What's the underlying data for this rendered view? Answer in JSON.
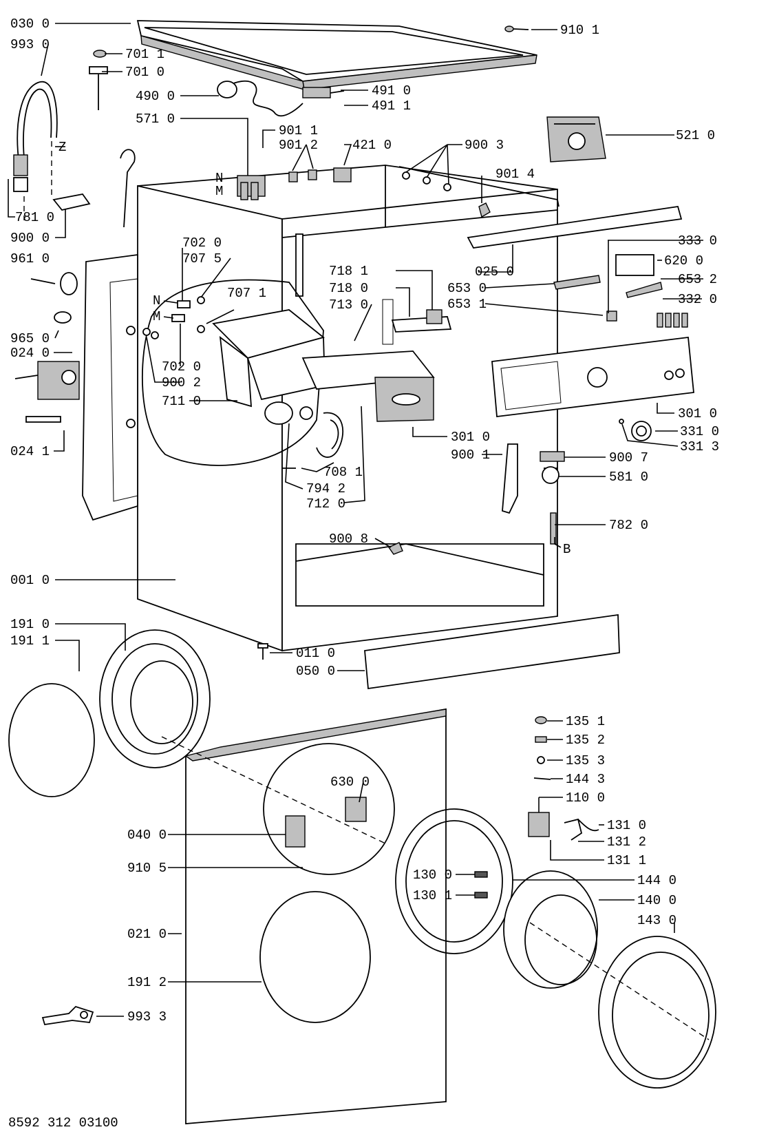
{
  "drawing_number": "8592 312 03100",
  "labels": {
    "l_030_0": "030 0",
    "l_993_0": "993 0",
    "l_701_1": "701 1",
    "l_701_0": "701 0",
    "l_910_1": "910 1",
    "l_490_0": "490 0",
    "l_491_0": "491 0",
    "l_491_1": "491 1",
    "l_571_0": "571 0",
    "l_901_1": "901 1",
    "l_901_2": "901 2",
    "l_421_0": "421 0",
    "l_900_3": "900 3",
    "l_521_0": "521 0",
    "l_z": "Z",
    "l_901_4": "901 4",
    "l_781_0": "781 0",
    "l_900_0": "900 0",
    "l_n1": "N",
    "l_m1": "M",
    "l_702_0a": "702 0",
    "l_707_5": "707 5",
    "l_333_0": "333 0",
    "l_961_0": "961 0",
    "l_025_0": "025 0",
    "l_620_0": "620 0",
    "l_718_1": "718 1",
    "l_653_0": "653 0",
    "l_653_2": "653 2",
    "l_707_1": "707 1",
    "l_718_0": "718 0",
    "l_n2": "N",
    "l_713_0": "713 0",
    "l_653_1": "653 1",
    "l_332_0": "332 0",
    "l_m2": "M",
    "l_965_0": "965 0",
    "l_024_0": "024 0",
    "l_702_0b": "702 0",
    "l_900_2": "900 2",
    "l_711_0": "711 0",
    "l_301_0a": "301 0",
    "l_331_0": "331 0",
    "l_301_0b": "301 0",
    "l_024_1": "024 1",
    "l_900_1": "900 1",
    "l_331_3": "331 3",
    "l_900_7": "900 7",
    "l_708_1": "708 1",
    "l_581_0": "581 0",
    "l_794_2": "794 2",
    "l_712_0": "712 0",
    "l_782_0": "782 0",
    "l_900_8": "900 8",
    "l_b": "B",
    "l_001_0": "001 0",
    "l_191_0": "191 0",
    "l_191_1": "191 1",
    "l_011_0": "011 0",
    "l_050_0": "050 0",
    "l_135_1": "135 1",
    "l_135_2": "135 2",
    "l_135_3": "135 3",
    "l_144_3": "144 3",
    "l_630_0": "630 0",
    "l_110_0": "110 0",
    "l_040_0": "040 0",
    "l_131_0": "131 0",
    "l_131_2": "131 2",
    "l_131_1": "131 1",
    "l_910_5": "910 5",
    "l_130_0": "130 0",
    "l_144_0": "144 0",
    "l_130_1": "130 1",
    "l_140_0": "140 0",
    "l_143_0": "143 0",
    "l_021_0": "021 0",
    "l_191_2": "191 2",
    "l_993_3": "993 3"
  }
}
